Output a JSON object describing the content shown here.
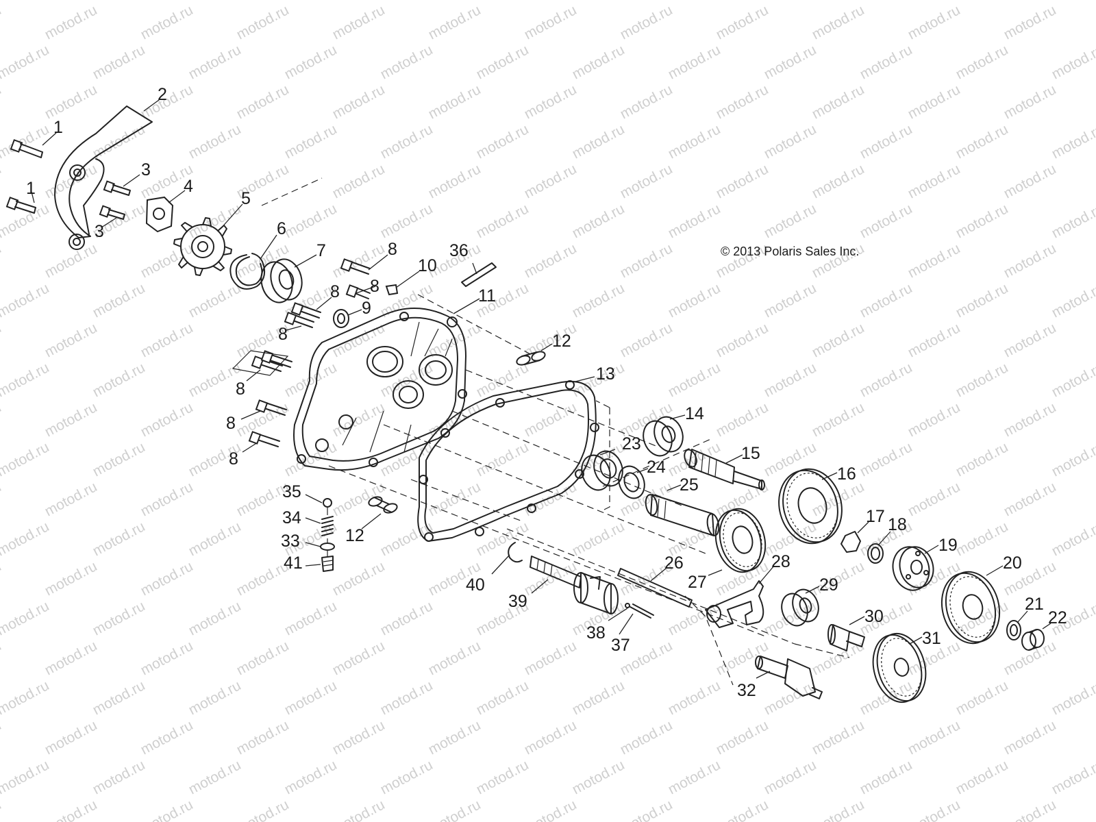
{
  "watermark": {
    "text": "motod.ru",
    "color": "#cfcfcf"
  },
  "copyright": "© 2013 Polaris Sales Inc.",
  "diagram": {
    "line_color": "#222222",
    "callouts": [
      "1",
      "2",
      "3",
      "4",
      "5",
      "6",
      "7",
      "8",
      "9",
      "10",
      "11",
      "12",
      "13",
      "14",
      "15",
      "16",
      "17",
      "18",
      "19",
      "20",
      "21",
      "22",
      "23",
      "24",
      "25",
      "26",
      "27",
      "28",
      "29",
      "30",
      "31",
      "32",
      "33",
      "34",
      "35",
      "36",
      "37",
      "38",
      "39",
      "40",
      "41"
    ]
  }
}
